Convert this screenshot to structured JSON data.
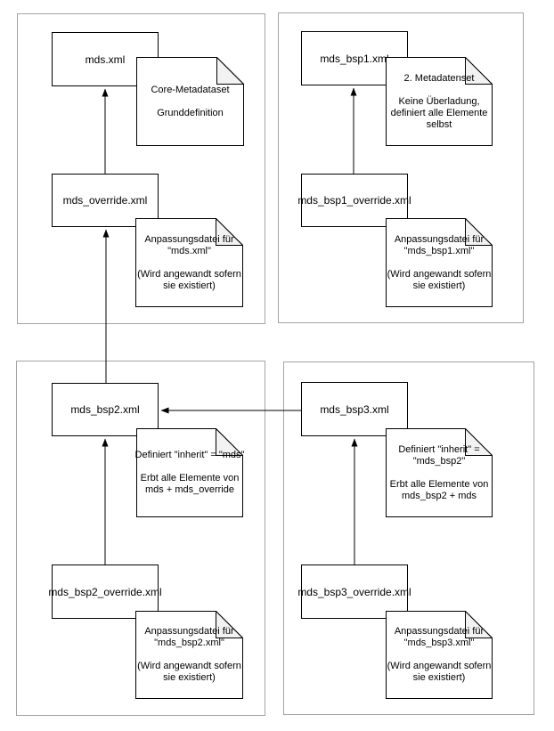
{
  "diagram": {
    "colors": {
      "frame_border": "#a3a3a3",
      "shape_border": "#000000",
      "shape_fill": "#ffffff",
      "note_fold_fill": "#f2f2f2",
      "text": "#000000"
    },
    "quadrants": [
      {
        "name": "top-left",
        "file_box": "mds.xml",
        "file_note_lines": [
          "Core-Metadataset",
          "",
          "Grunddefinition"
        ],
        "override_box": "mds_override.xml",
        "override_note_lines": [
          "Anpassungsdatei für",
          "\"mds.xml\"",
          "",
          "(Wird angewandt sofern",
          "sie existiert)"
        ]
      },
      {
        "name": "top-right",
        "file_box": "mds_bsp1.xml",
        "file_note_lines": [
          "2. Metadatenset",
          "",
          "Keine Überladung,",
          "definiert alle Elemente",
          "selbst"
        ],
        "override_box": "mds_bsp1_override.xml",
        "override_note_lines": [
          "Anpassungsdatei für",
          "\"mds_bsp1.xml\"",
          "",
          "(Wird angewandt sofern",
          "sie existiert)"
        ]
      },
      {
        "name": "bottom-left",
        "file_box": "mds_bsp2.xml",
        "file_note_lines": [
          "Definiert \"inherit\" = \"mds\"",
          "",
          "Erbt alle Elemente von",
          "mds + mds_override"
        ],
        "override_box": "mds_bsp2_override.xml",
        "override_note_lines": [
          "Anpassungsdatei für",
          "\"mds_bsp2.xml\"",
          "",
          "(Wird angewandt sofern",
          "sie existiert)"
        ]
      },
      {
        "name": "bottom-right",
        "file_box": "mds_bsp3.xml",
        "file_note_lines": [
          "Definiert \"inherit\" =",
          "\"mds_bsp2\"",
          "",
          "Erbt alle Elemente von",
          "mds_bsp2 + mds"
        ],
        "override_box": "mds_bsp3_override.xml",
        "override_note_lines": [
          "Anpassungsdatei für",
          "\"mds_bsp3.xml\"",
          "",
          "(Wird angewandt sofern",
          "sie existiert)"
        ]
      }
    ],
    "edges": [
      {
        "from": "mds_override.xml",
        "to": "mds.xml"
      },
      {
        "from": "mds_bsp2.xml",
        "to": "mds_override.xml"
      },
      {
        "from": "mds_bsp1_override.xml",
        "to": "mds_bsp1.xml"
      },
      {
        "from": "mds_bsp2_override.xml",
        "to": "mds_bsp2.xml"
      },
      {
        "from": "mds_bsp3_override.xml",
        "to": "mds_bsp3.xml"
      },
      {
        "from": "mds_bsp3.xml",
        "to": "mds_bsp2.xml"
      }
    ]
  }
}
